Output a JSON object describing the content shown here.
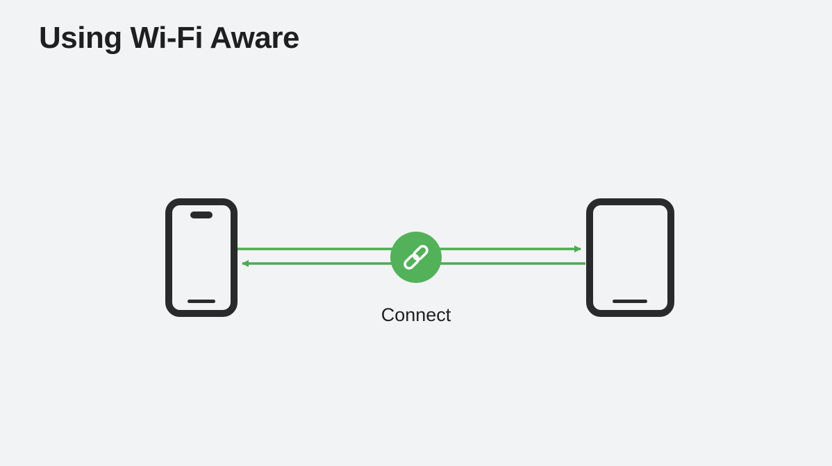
{
  "title": "Using Wi-Fi Aware",
  "diagram": {
    "connect_label": "Connect",
    "devices": [
      {
        "name": "iphone",
        "icon": "iphone-icon"
      },
      {
        "name": "ipad",
        "icon": "ipad-icon"
      }
    ],
    "connection_icon": "link-icon",
    "colors": {
      "background": "#f1f3f4",
      "text": "#1d1f20",
      "device": "#282a2b",
      "accent_green": "#4cab52",
      "link_fill": "#53b15a"
    }
  }
}
